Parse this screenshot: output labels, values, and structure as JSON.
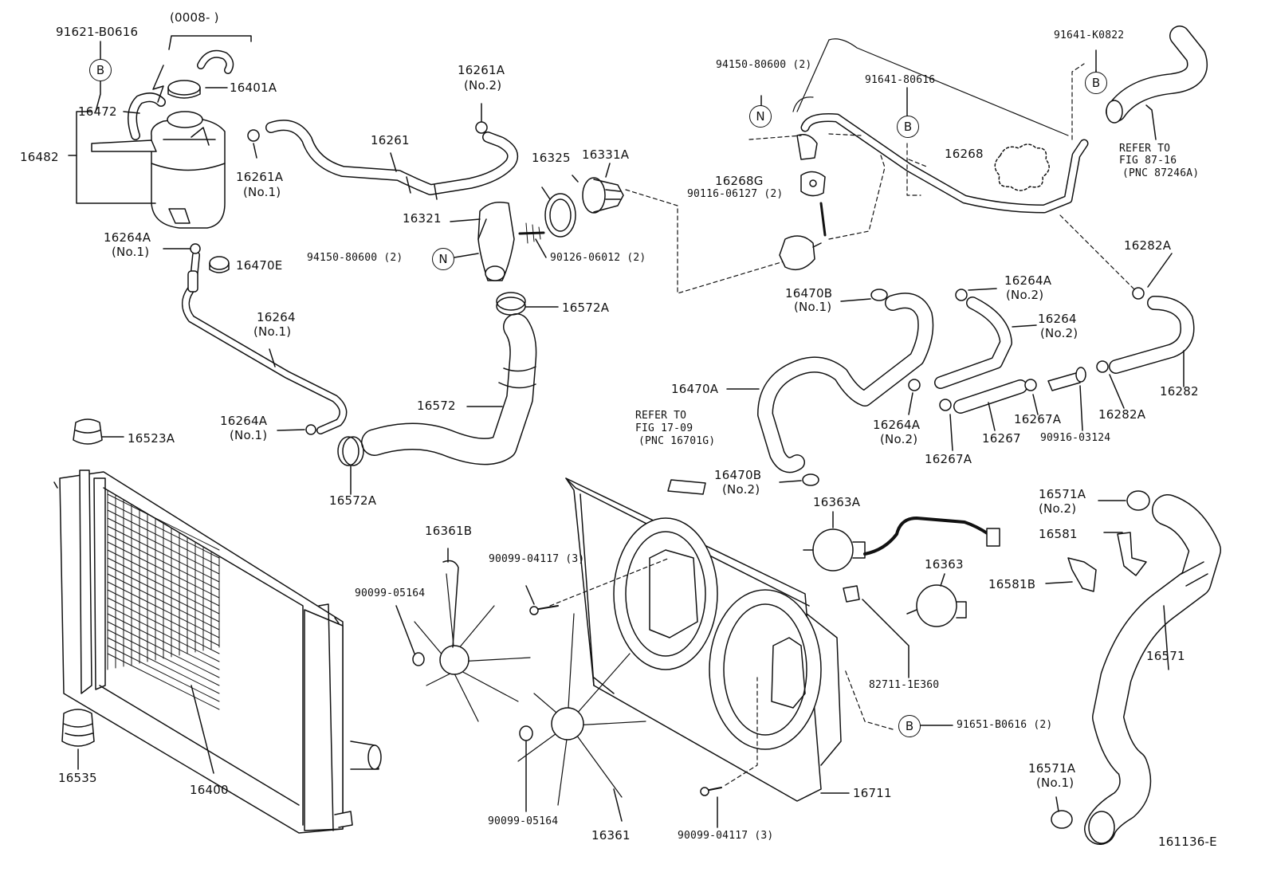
{
  "diagram": {
    "figure_id": "161136-E",
    "callouts": {
      "c_91621": "91621-B0616",
      "c_0008": "(0008-        )",
      "c_16401A": "16401A",
      "c_16472": "16472",
      "c_16482": "16482",
      "c_16261A_2": "16261A",
      "c_no2_a": "(No.2)",
      "c_16261": "16261",
      "c_16261A_1": "16261A",
      "c_no1_a": "(No.1)",
      "c_16325": "16325",
      "c_16331A": "16331A",
      "c_16321": "16321",
      "c_94150_l": "94150-80600 (2)",
      "c_90126": "90126-06012 (2)",
      "c_16264A_1": "16264A",
      "c_no1_b": "(No.1)",
      "c_16470E": "16470E",
      "c_16264": "16264",
      "c_no1_c": "(No.1)",
      "c_16572A_top": "16572A",
      "c_16572": "16572",
      "c_16264A_1b": "16264A",
      "c_no1_d": "(No.1)",
      "c_16572A_bot": "16572A",
      "c_16523A": "16523A",
      "c_16535": "16535",
      "c_16400": "16400",
      "c_94150_r": "94150-80600 (2)",
      "c_91641_80616": "91641-80616",
      "c_91641_K0822": "91641-K0822",
      "c_16268": "16268",
      "c_16268G": "16268G",
      "c_90116": "90116-06127 (2)",
      "c_refer_87": "REFER TO",
      "c_fig_87": "FIG 87-16",
      "c_pnc_87": "(PNC 87246A)",
      "c_16282A_top": "16282A",
      "c_16470B_1": "16470B",
      "c_no1_e": "(No.1)",
      "c_16264A_2top": "16264A",
      "c_no2_b": "(No.2)",
      "c_16264_2": "16264",
      "c_no2_c": "(No.2)",
      "c_16470A": "16470A",
      "c_16264A_2b": "16264A",
      "c_no2_d": "(No.2)",
      "c_16267A_r": "16267A",
      "c_16282A_bot": "16282A",
      "c_16282": "16282",
      "c_16267A_l": "16267A",
      "c_16267": "16267",
      "c_90916": "90916-03124",
      "c_refer_17": "REFER TO",
      "c_fig_17": "FIG 17-09",
      "c_pnc_17": "(PNC 16701G)",
      "c_16470B_2": "16470B",
      "c_no2_e": "(No.2)",
      "c_16363A": "16363A",
      "c_16571A_2": "16571A",
      "c_no2_f": "(No.2)",
      "c_16581": "16581",
      "c_16581B": "16581B",
      "c_16363": "16363",
      "c_16361B": "16361B",
      "c_90099_04117_a": "90099-04117 (3)",
      "c_90099_05164_a": "90099-05164",
      "c_82711": "82711-1E360",
      "c_16571": "16571",
      "c_91651": "91651-B0616 (2)",
      "c_16571A_1": "16571A",
      "c_no1_f": "(No.1)",
      "c_16711": "16711",
      "c_90099_05164_b": "90099-05164",
      "c_16361": "16361",
      "c_90099_04117_b": "90099-04117 (3)"
    },
    "markers": {
      "b1": "B",
      "b2": "B",
      "b3": "B",
      "b4": "B",
      "n1": "N",
      "n2": "N"
    }
  }
}
